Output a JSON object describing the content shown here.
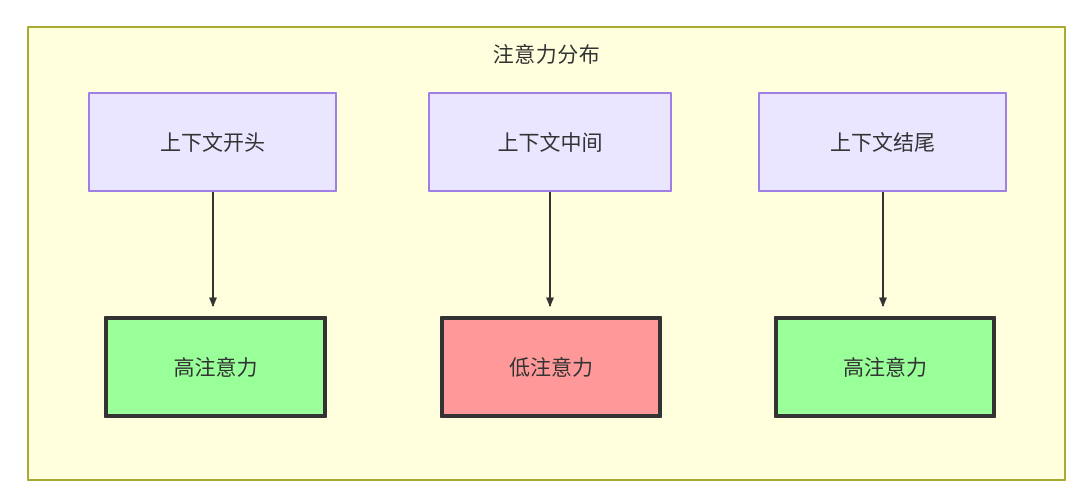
{
  "diagram": {
    "title": "注意力分布",
    "background_color": "#ffffdd",
    "border_color": "#aaaa33",
    "canvas_background": "#ffffff"
  },
  "nodes": {
    "sources": [
      {
        "id": "context-start",
        "label": "上下文开头",
        "fill": "#eae6ff",
        "stroke": "#9f7fe8"
      },
      {
        "id": "context-middle",
        "label": "上下文中间",
        "fill": "#eae6ff",
        "stroke": "#9f7fe8"
      },
      {
        "id": "context-end",
        "label": "上下文结尾",
        "fill": "#eae6ff",
        "stroke": "#9f7fe8"
      }
    ],
    "results": [
      {
        "id": "high-attention-start",
        "label": "高注意力",
        "fill": "#99ff99",
        "stroke": "#333333"
      },
      {
        "id": "low-attention-middle",
        "label": "低注意力",
        "fill": "#ff9999",
        "stroke": "#333333"
      },
      {
        "id": "high-attention-end",
        "label": "高注意力",
        "fill": "#99ff99",
        "stroke": "#333333"
      }
    ]
  },
  "edges": [
    {
      "from": "context-start",
      "to": "high-attention-start",
      "label": "",
      "color": "#333333"
    },
    {
      "from": "context-middle",
      "to": "low-attention-middle",
      "label": "",
      "color": "#333333"
    },
    {
      "from": "context-end",
      "to": "high-attention-end",
      "label": "",
      "color": "#333333"
    }
  ]
}
